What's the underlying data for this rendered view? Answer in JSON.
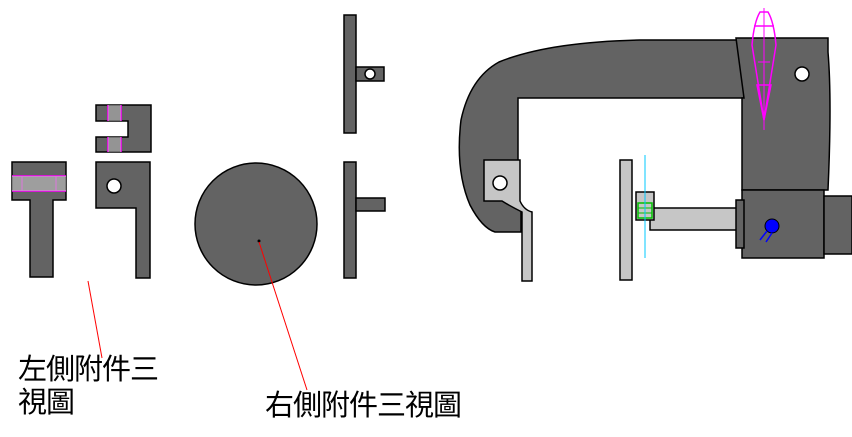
{
  "labels": {
    "left_line1": "左側附件三",
    "left_line2": "視圖",
    "right": "右側附件三視圖"
  },
  "colors": {
    "part_fill": "#636363",
    "light_fill": "#c6c6c6",
    "frame_fill": "#636363",
    "stroke": "#000000",
    "magenta": "#ff00ff",
    "cyan": "#00c8ff",
    "green": "#00c000",
    "blue_dot": "#0000ff",
    "leader_red": "#ff0000"
  }
}
